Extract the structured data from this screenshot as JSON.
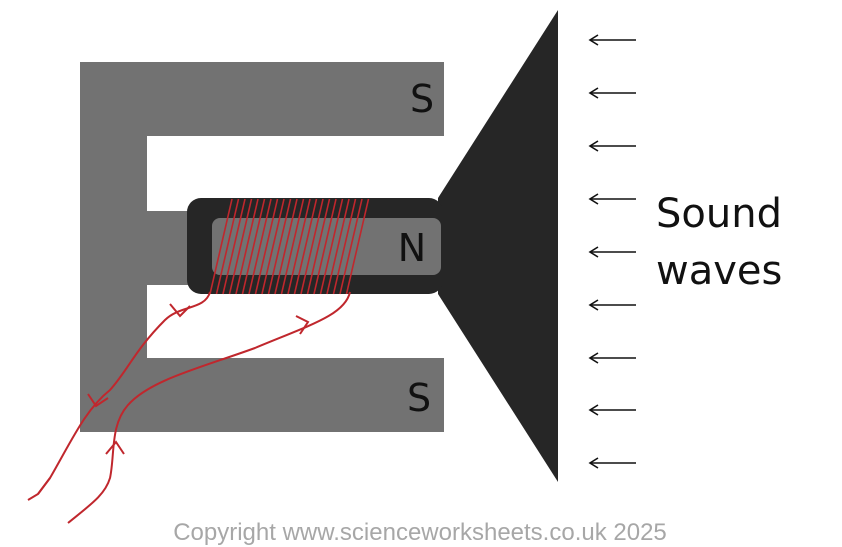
{
  "labels": {
    "south_top": "S",
    "north": "N",
    "south_bottom": "S",
    "sound_line1": "Sound",
    "sound_line2": "waves"
  },
  "copyright": "Copyright www.scienceworksheets.co.uk 2025",
  "colors": {
    "magnet": "#727272",
    "cone": "#262626",
    "coil_wire": "#c0272d",
    "arrow": "#111111",
    "text": "#111111",
    "copyright": "#a7a7a7"
  },
  "icons": {
    "wave_arrow": "left-arrow-icon"
  }
}
